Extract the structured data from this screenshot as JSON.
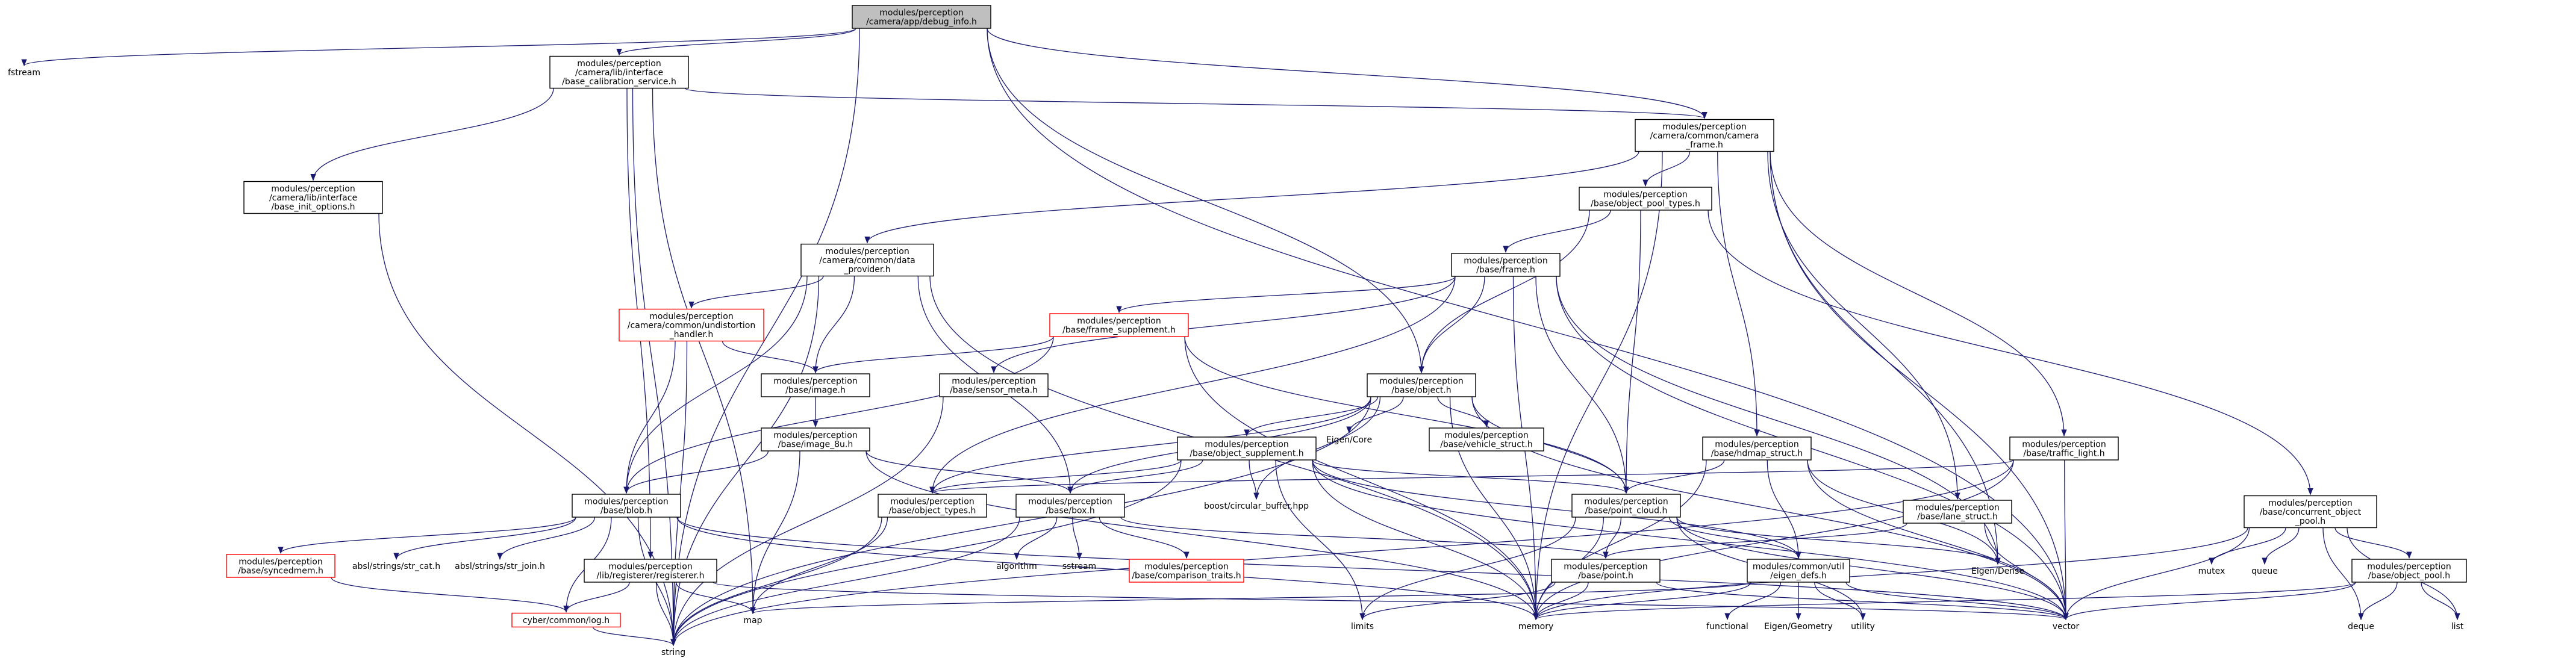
{
  "graph": {
    "colors": {
      "edge": "#191970",
      "root_fill": "#bfbfbf",
      "box_stroke": "#000000",
      "red_stroke": "#ff0000"
    },
    "nodes": [
      {
        "id": "root",
        "lines": [
          "modules/perception",
          "/camera/app/debug_info.h"
        ],
        "style": "root"
      },
      {
        "id": "fstream",
        "lines": [
          "fstream"
        ],
        "style": "ext"
      },
      {
        "id": "calib",
        "lines": [
          "modules/perception",
          "/camera/lib/interface",
          "/base_calibration_service.h"
        ],
        "style": "normal"
      },
      {
        "id": "camframe",
        "lines": [
          "modules/perception",
          "/camera/common/camera",
          "_frame.h"
        ],
        "style": "normal"
      },
      {
        "id": "initopt",
        "lines": [
          "modules/perception",
          "/camera/lib/interface",
          "/base_init_options.h"
        ],
        "style": "normal"
      },
      {
        "id": "objpooltypes",
        "lines": [
          "modules/perception",
          "/base/object_pool_types.h"
        ],
        "style": "normal"
      },
      {
        "id": "dataprov",
        "lines": [
          "modules/perception",
          "/camera/common/data",
          "_provider.h"
        ],
        "style": "normal"
      },
      {
        "id": "frame",
        "lines": [
          "modules/perception",
          "/base/frame.h"
        ],
        "style": "normal"
      },
      {
        "id": "undist",
        "lines": [
          "modules/perception",
          "/camera/common/undistortion",
          "_handler.h"
        ],
        "style": "red"
      },
      {
        "id": "framesupp",
        "lines": [
          "modules/perception",
          "/base/frame_supplement.h"
        ],
        "style": "red"
      },
      {
        "id": "image",
        "lines": [
          "modules/perception",
          "/base/image.h"
        ],
        "style": "normal"
      },
      {
        "id": "sensormeta",
        "lines": [
          "modules/perception",
          "/base/sensor_meta.h"
        ],
        "style": "normal"
      },
      {
        "id": "object",
        "lines": [
          "modules/perception",
          "/base/object.h"
        ],
        "style": "normal"
      },
      {
        "id": "image8u",
        "lines": [
          "modules/perception",
          "/base/image_8u.h"
        ],
        "style": "normal"
      },
      {
        "id": "eigencore",
        "lines": [
          "Eigen/Core"
        ],
        "style": "ext"
      },
      {
        "id": "vehicle",
        "lines": [
          "modules/perception",
          "/base/vehicle_struct.h"
        ],
        "style": "normal"
      },
      {
        "id": "objsupp",
        "lines": [
          "modules/perception",
          "/base/object_supplement.h"
        ],
        "style": "normal"
      },
      {
        "id": "hdmap",
        "lines": [
          "modules/perception",
          "/base/hdmap_struct.h"
        ],
        "style": "normal"
      },
      {
        "id": "traffic",
        "lines": [
          "modules/perception",
          "/base/traffic_light.h"
        ],
        "style": "normal"
      },
      {
        "id": "blob",
        "lines": [
          "modules/perception",
          "/base/blob.h"
        ],
        "style": "normal"
      },
      {
        "id": "objtypes",
        "lines": [
          "modules/perception",
          "/base/object_types.h"
        ],
        "style": "normal"
      },
      {
        "id": "box",
        "lines": [
          "modules/perception",
          "/base/box.h"
        ],
        "style": "normal"
      },
      {
        "id": "circbuf",
        "lines": [
          "boost/circular_buffer.hpp"
        ],
        "style": "ext"
      },
      {
        "id": "pointcloud",
        "lines": [
          "modules/perception",
          "/base/point_cloud.h"
        ],
        "style": "normal"
      },
      {
        "id": "lane",
        "lines": [
          "modules/perception",
          "/base/lane_struct.h"
        ],
        "style": "normal"
      },
      {
        "id": "concpool",
        "lines": [
          "modules/perception",
          "/base/concurrent_object",
          "_pool.h"
        ],
        "style": "normal"
      },
      {
        "id": "syncedmem",
        "lines": [
          "modules/perception",
          "/base/syncedmem.h"
        ],
        "style": "red"
      },
      {
        "id": "strcat",
        "lines": [
          "absl/strings/str_cat.h"
        ],
        "style": "ext"
      },
      {
        "id": "strjoin",
        "lines": [
          "absl/strings/str_join.h"
        ],
        "style": "ext"
      },
      {
        "id": "registerer",
        "lines": [
          "modules/perception",
          "/lib/registerer/registerer.h"
        ],
        "style": "normal"
      },
      {
        "id": "algorithm",
        "lines": [
          "algorithm"
        ],
        "style": "ext"
      },
      {
        "id": "sstream",
        "lines": [
          "sstream"
        ],
        "style": "ext"
      },
      {
        "id": "comptraits",
        "lines": [
          "modules/perception",
          "/base/comparison_traits.h"
        ],
        "style": "red"
      },
      {
        "id": "point",
        "lines": [
          "modules/perception",
          "/base/point.h"
        ],
        "style": "normal"
      },
      {
        "id": "eigendefs",
        "lines": [
          "modules/common/util",
          "/eigen_defs.h"
        ],
        "style": "normal"
      },
      {
        "id": "eigendense",
        "lines": [
          "Eigen/Dense"
        ],
        "style": "ext"
      },
      {
        "id": "mutex",
        "lines": [
          "mutex"
        ],
        "style": "ext"
      },
      {
        "id": "queue",
        "lines": [
          "queue"
        ],
        "style": "ext"
      },
      {
        "id": "objpool",
        "lines": [
          "modules/perception",
          "/base/object_pool.h"
        ],
        "style": "normal"
      },
      {
        "id": "log",
        "lines": [
          "cyber/common/log.h"
        ],
        "style": "red"
      },
      {
        "id": "map",
        "lines": [
          "map"
        ],
        "style": "ext"
      },
      {
        "id": "limits",
        "lines": [
          "limits"
        ],
        "style": "ext"
      },
      {
        "id": "memory",
        "lines": [
          "memory"
        ],
        "style": "ext"
      },
      {
        "id": "functional",
        "lines": [
          "functional"
        ],
        "style": "ext"
      },
      {
        "id": "eigengeom",
        "lines": [
          "Eigen/Geometry"
        ],
        "style": "ext"
      },
      {
        "id": "utility",
        "lines": [
          "utility"
        ],
        "style": "ext"
      },
      {
        "id": "vector",
        "lines": [
          "vector"
        ],
        "style": "ext"
      },
      {
        "id": "deque",
        "lines": [
          "deque"
        ],
        "style": "ext"
      },
      {
        "id": "list",
        "lines": [
          "list"
        ],
        "style": "ext"
      },
      {
        "id": "string",
        "lines": [
          "string"
        ],
        "style": "ext"
      }
    ],
    "edges": [
      [
        "root",
        "fstream"
      ],
      [
        "root",
        "calib"
      ],
      [
        "root",
        "camframe"
      ],
      [
        "root",
        "object"
      ],
      [
        "root",
        "string"
      ],
      [
        "root",
        "vector"
      ],
      [
        "calib",
        "initopt"
      ],
      [
        "calib",
        "camframe"
      ],
      [
        "calib",
        "registerer"
      ],
      [
        "calib",
        "map"
      ],
      [
        "calib",
        "string"
      ],
      [
        "initopt",
        "string"
      ],
      [
        "camframe",
        "objpooltypes"
      ],
      [
        "camframe",
        "dataprov"
      ],
      [
        "camframe",
        "hdmap"
      ],
      [
        "camframe",
        "lane"
      ],
      [
        "camframe",
        "traffic"
      ],
      [
        "camframe",
        "memory"
      ],
      [
        "camframe",
        "vector"
      ],
      [
        "camframe",
        "eigendense"
      ],
      [
        "objpooltypes",
        "frame"
      ],
      [
        "objpooltypes",
        "object"
      ],
      [
        "objpooltypes",
        "pointcloud"
      ],
      [
        "objpooltypes",
        "concpool"
      ],
      [
        "dataprov",
        "undist"
      ],
      [
        "dataprov",
        "image"
      ],
      [
        "dataprov",
        "blob"
      ],
      [
        "dataprov",
        "box"
      ],
      [
        "dataprov",
        "string"
      ],
      [
        "dataprov",
        "memory"
      ],
      [
        "frame",
        "framesupp"
      ],
      [
        "frame",
        "sensormeta"
      ],
      [
        "frame",
        "object"
      ],
      [
        "frame",
        "objtypes"
      ],
      [
        "frame",
        "pointcloud"
      ],
      [
        "frame",
        "memory"
      ],
      [
        "frame",
        "vector"
      ],
      [
        "frame",
        "eigendense"
      ],
      [
        "undist",
        "image"
      ],
      [
        "undist",
        "blob"
      ],
      [
        "undist",
        "string"
      ],
      [
        "framesupp",
        "image"
      ],
      [
        "framesupp",
        "blob"
      ],
      [
        "framesupp",
        "pointcloud"
      ],
      [
        "framesupp",
        "memory"
      ],
      [
        "image",
        "image8u"
      ],
      [
        "sensormeta",
        "string"
      ],
      [
        "object",
        "eigencore"
      ],
      [
        "object",
        "vehicle"
      ],
      [
        "object",
        "objsupp"
      ],
      [
        "object",
        "objtypes"
      ],
      [
        "object",
        "box"
      ],
      [
        "object",
        "circbuf"
      ],
      [
        "object",
        "pointcloud"
      ],
      [
        "object",
        "string"
      ],
      [
        "object",
        "memory"
      ],
      [
        "object",
        "vector"
      ],
      [
        "image8u",
        "blob"
      ],
      [
        "image8u",
        "box"
      ],
      [
        "image8u",
        "map"
      ],
      [
        "image8u",
        "memory"
      ],
      [
        "objsupp",
        "objtypes"
      ],
      [
        "objsupp",
        "box"
      ],
      [
        "objsupp",
        "circbuf"
      ],
      [
        "objsupp",
        "pointcloud"
      ],
      [
        "objsupp",
        "eigendefs"
      ],
      [
        "objsupp",
        "limits"
      ],
      [
        "objsupp",
        "memory"
      ],
      [
        "objsupp",
        "string"
      ],
      [
        "objsupp",
        "vector"
      ],
      [
        "hdmap",
        "pointcloud"
      ],
      [
        "hdmap",
        "eigendefs"
      ],
      [
        "hdmap",
        "memory"
      ],
      [
        "hdmap",
        "vector"
      ],
      [
        "hdmap",
        "eigendense"
      ],
      [
        "traffic",
        "objtypes"
      ],
      [
        "traffic",
        "memory"
      ],
      [
        "traffic",
        "vector"
      ],
      [
        "traffic",
        "string"
      ],
      [
        "blob",
        "syncedmem"
      ],
      [
        "blob",
        "strcat"
      ],
      [
        "blob",
        "strjoin"
      ],
      [
        "blob",
        "log"
      ],
      [
        "blob",
        "memory"
      ],
      [
        "blob",
        "vector"
      ],
      [
        "blob",
        "string"
      ],
      [
        "objtypes",
        "map"
      ],
      [
        "objtypes",
        "string"
      ],
      [
        "box",
        "algorithm"
      ],
      [
        "box",
        "sstream"
      ],
      [
        "box",
        "comptraits"
      ],
      [
        "box",
        "point"
      ],
      [
        "box",
        "string"
      ],
      [
        "pointcloud",
        "point"
      ],
      [
        "pointcloud",
        "eigendefs"
      ],
      [
        "pointcloud",
        "limits"
      ],
      [
        "pointcloud",
        "memory"
      ],
      [
        "pointcloud",
        "vector"
      ],
      [
        "pointcloud",
        "utility"
      ],
      [
        "pointcloud",
        "eigendense"
      ],
      [
        "lane",
        "point"
      ],
      [
        "lane",
        "vector"
      ],
      [
        "concpool",
        "mutex"
      ],
      [
        "concpool",
        "queue"
      ],
      [
        "concpool",
        "objpool"
      ],
      [
        "concpool",
        "memory"
      ],
      [
        "concpool",
        "vector"
      ],
      [
        "concpool",
        "deque"
      ],
      [
        "concpool",
        "list"
      ],
      [
        "syncedmem",
        "log"
      ],
      [
        "registerer",
        "log"
      ],
      [
        "registerer",
        "map"
      ],
      [
        "registerer",
        "string"
      ],
      [
        "registerer",
        "vector"
      ],
      [
        "point",
        "limits"
      ],
      [
        "point",
        "memory"
      ],
      [
        "point",
        "vector"
      ],
      [
        "eigendefs",
        "map"
      ],
      [
        "eigendefs",
        "functional"
      ],
      [
        "eigendefs",
        "eigengeom"
      ],
      [
        "eigendefs",
        "utility"
      ],
      [
        "eigendefs",
        "vector"
      ],
      [
        "eigendefs",
        "memory"
      ],
      [
        "objpool",
        "deque"
      ],
      [
        "objpool",
        "list"
      ],
      [
        "objpool",
        "memory"
      ],
      [
        "objpool",
        "vector"
      ],
      [
        "log",
        "string"
      ]
    ]
  }
}
